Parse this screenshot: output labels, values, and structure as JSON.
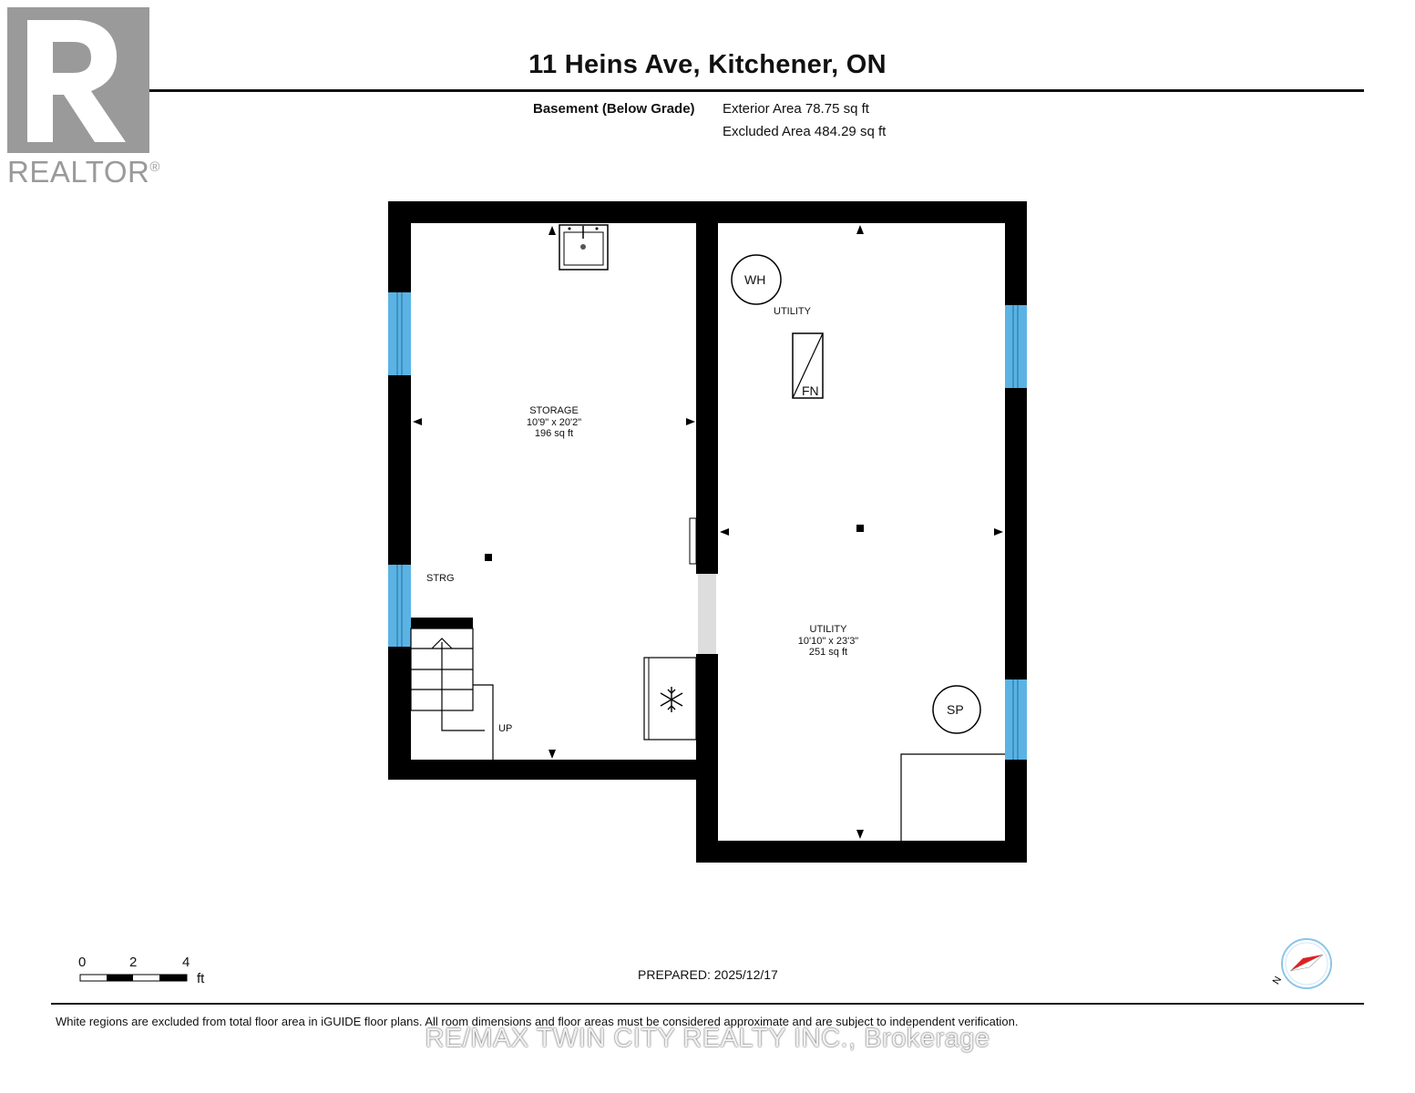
{
  "header": {
    "title": "11 Heins Ave, Kitchener, ON",
    "level_name": "Basement (Below Grade)",
    "exterior_area": "Exterior Area 78.75 sq ft",
    "excluded_area": "Excluded Area 484.29 sq ft"
  },
  "logo": {
    "wordmark": "REALTOR",
    "registered": "®"
  },
  "rooms": [
    {
      "name": "STORAGE",
      "dims": "10'9\" x 20'2\"",
      "area": "196 sq ft"
    },
    {
      "name": "UTILITY",
      "dims": "10'10\" x 23'3\"",
      "area": "251 sq ft"
    }
  ],
  "labels": {
    "strg": "STRG",
    "up": "UP",
    "utility_small": "UTILITY",
    "water_heater": "WH",
    "furnace": "FN",
    "sump_pump": "SP"
  },
  "scale_bar": {
    "ticks": [
      "0",
      "2",
      "4"
    ],
    "unit": "ft"
  },
  "footer": {
    "prepared": "PREPARED: 2025/12/17",
    "disclaimer": "White regions are excluded from total floor area in iGUIDE floor plans. All room dimensions and floor areas must be considered approximate and are subject to independent verification.",
    "brokerage_watermark": "RE/MAX TWIN CITY REALTY INC., Brokerage"
  },
  "colors": {
    "wall": "#000000",
    "window": "#5bb3e4",
    "door_gap": "#dddddd",
    "logo_gray": "#9a9a9a",
    "compass_red": "#e02020"
  },
  "icons": [
    "realtor-logo",
    "sink-icon",
    "snowflake-icon",
    "compass-icon",
    "stairs-icon"
  ]
}
